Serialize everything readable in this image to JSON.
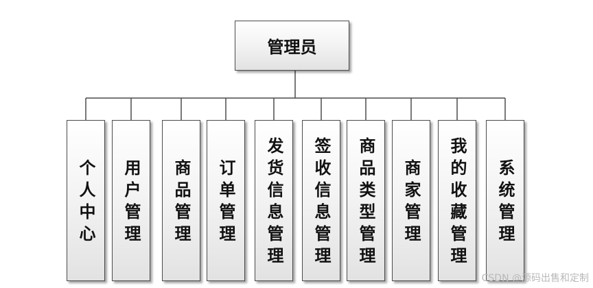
{
  "root": {
    "label": "管理员"
  },
  "children": [
    {
      "label": "个人中心"
    },
    {
      "label": "用户管理"
    },
    {
      "label": "商品管理"
    },
    {
      "label": "订单管理"
    },
    {
      "label": "发货信息管理"
    },
    {
      "label": "签收信息管理"
    },
    {
      "label": "商品类型管理"
    },
    {
      "label": "商家管理"
    },
    {
      "label": "我的收藏管理"
    },
    {
      "label": "系统管理"
    }
  ],
  "watermark": "CSDN @源码出售和定制",
  "colors": {
    "line": "#4a4a4a",
    "box_border": "#4a4a4a",
    "text": "#111111",
    "watermark": "#b8b8b8"
  }
}
